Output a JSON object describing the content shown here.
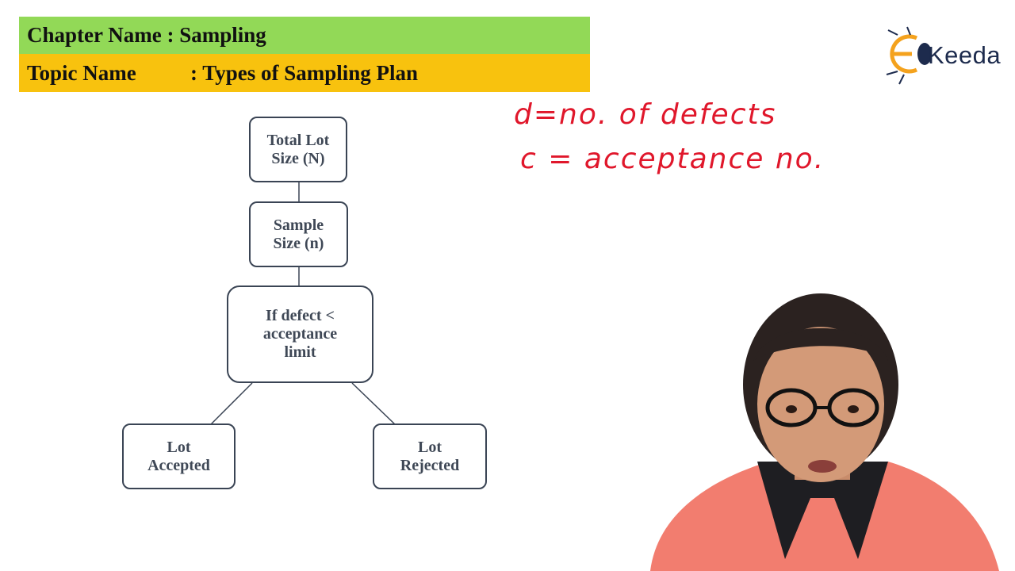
{
  "header": {
    "chapter_label": "Chapter Name :",
    "chapter_value": "Sampling",
    "topic_label": "Topic Name",
    "topic_value": ": Types of Sampling Plan"
  },
  "logo": {
    "brand": "Keeda"
  },
  "diagram": {
    "nodes": {
      "total_lot": "Total Lot\nSize (N)",
      "sample_size": "Sample\nSize (n)",
      "decision": "If defect <\nacceptance\nlimit",
      "accepted": "Lot\nAccepted",
      "rejected": "Lot\nRejected"
    }
  },
  "annotations": {
    "line1": "d=no. of defects",
    "line2": "c = acceptance no."
  },
  "colors": {
    "chapter_bar": "#92d957",
    "topic_bar": "#f8c20e",
    "ink": "#e0172b",
    "node_border": "#3a4454",
    "logo_accent": "#f4a21d"
  }
}
